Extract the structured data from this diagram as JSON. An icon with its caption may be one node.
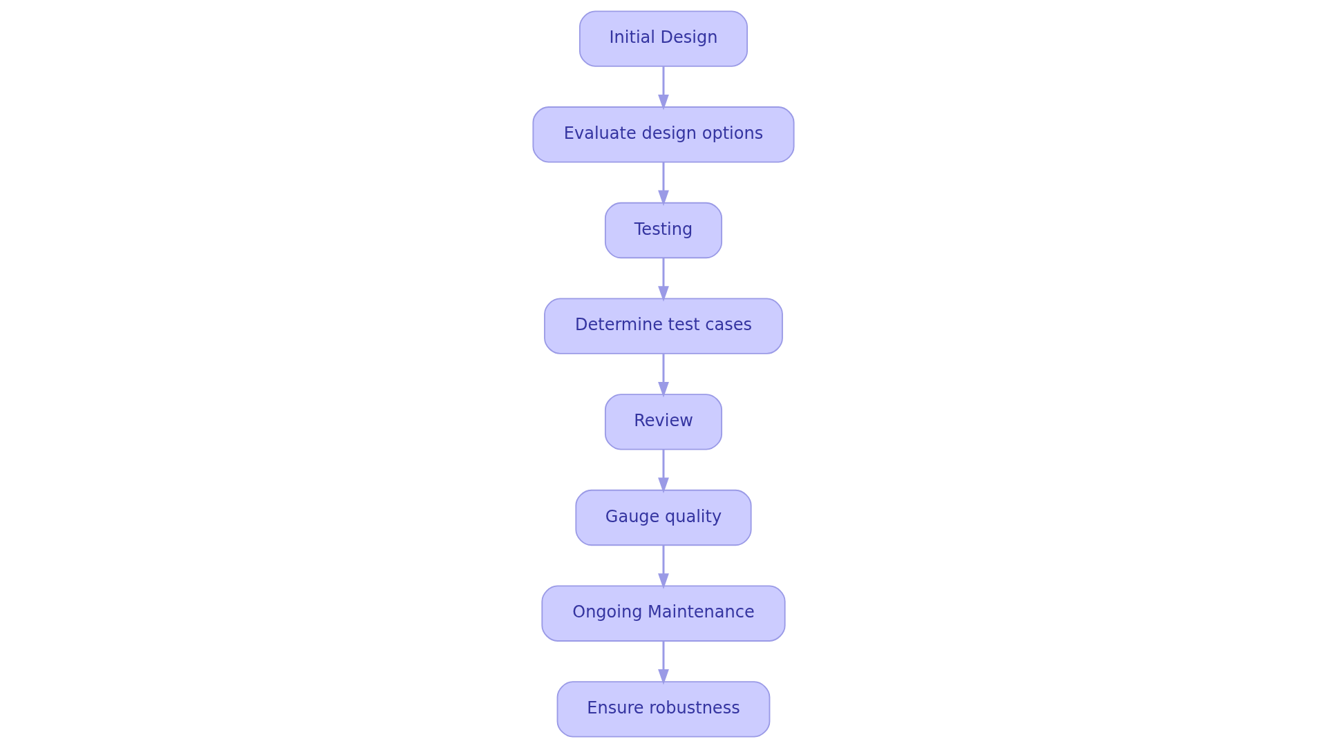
{
  "diagram": {
    "nodes": [
      {
        "text": [
          "Initial Design"
        ]
      },
      {
        "text": [
          "Evaluate design options"
        ]
      },
      {
        "text": [
          "Testing"
        ]
      },
      {
        "text": [
          "Determine test cases"
        ]
      },
      {
        "text": [
          "Review"
        ]
      },
      {
        "text": [
          "Gauge quality"
        ]
      },
      {
        "text": [
          "Ongoing Maintenance"
        ]
      },
      {
        "text": [
          "Ensure robustness"
        ]
      }
    ],
    "edges": [
      {
        "from": 0,
        "to": 1,
        "arrow": "to"
      },
      {
        "from": 1,
        "to": 2,
        "arrow": "to"
      },
      {
        "from": 2,
        "to": 3,
        "arrow": "to"
      },
      {
        "from": 3,
        "to": 4,
        "arrow": "to"
      },
      {
        "from": 4,
        "to": 5,
        "arrow": "to"
      },
      {
        "from": 5,
        "to": 6,
        "arrow": "to"
      },
      {
        "from": 6,
        "to": 7,
        "arrow": "to"
      }
    ]
  }
}
